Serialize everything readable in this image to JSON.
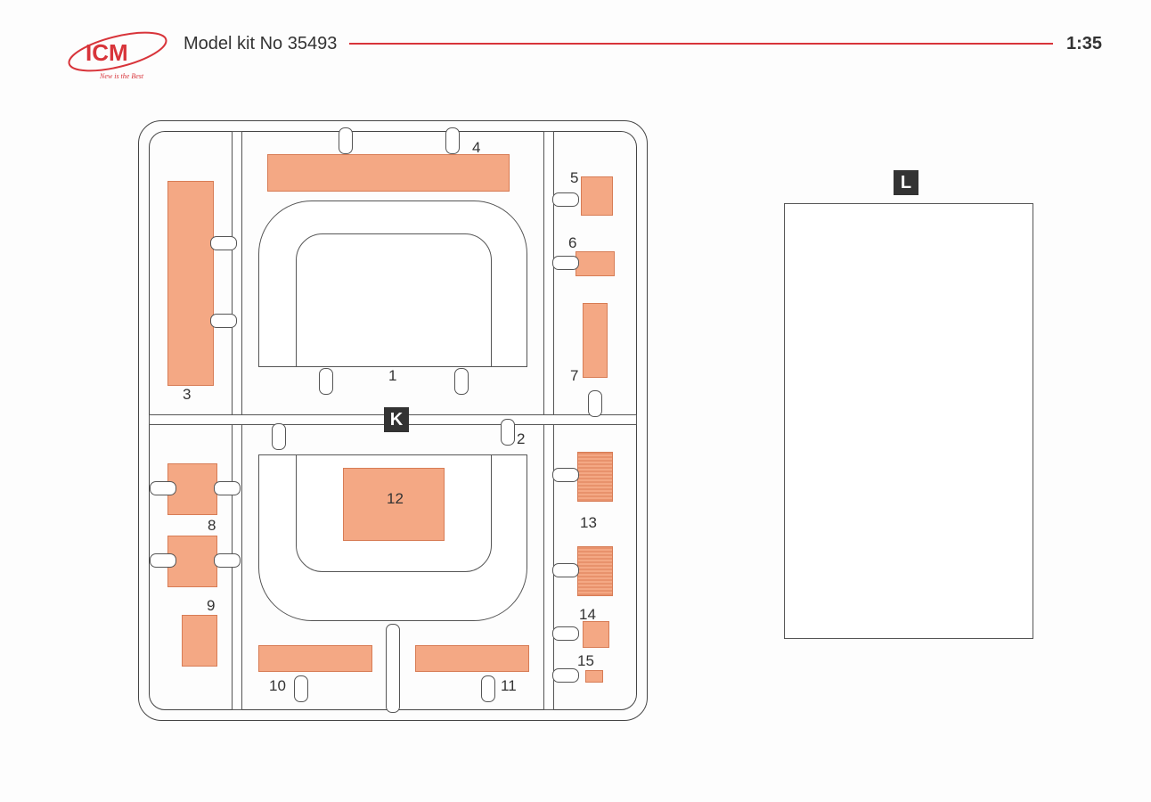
{
  "header": {
    "brand": "ICM",
    "tagline": "New is the Best",
    "title": "Model kit No 35493",
    "scale": "1:35"
  },
  "colors": {
    "accent": "#d8343a",
    "part_fill": "#f4a884"
  },
  "sprue_k": {
    "letter": "K",
    "parts": [
      "1",
      "2",
      "3",
      "4",
      "5",
      "6",
      "7",
      "8",
      "9",
      "10",
      "11",
      "12",
      "13",
      "14",
      "15"
    ]
  },
  "sheet_l": {
    "letter": "L"
  }
}
